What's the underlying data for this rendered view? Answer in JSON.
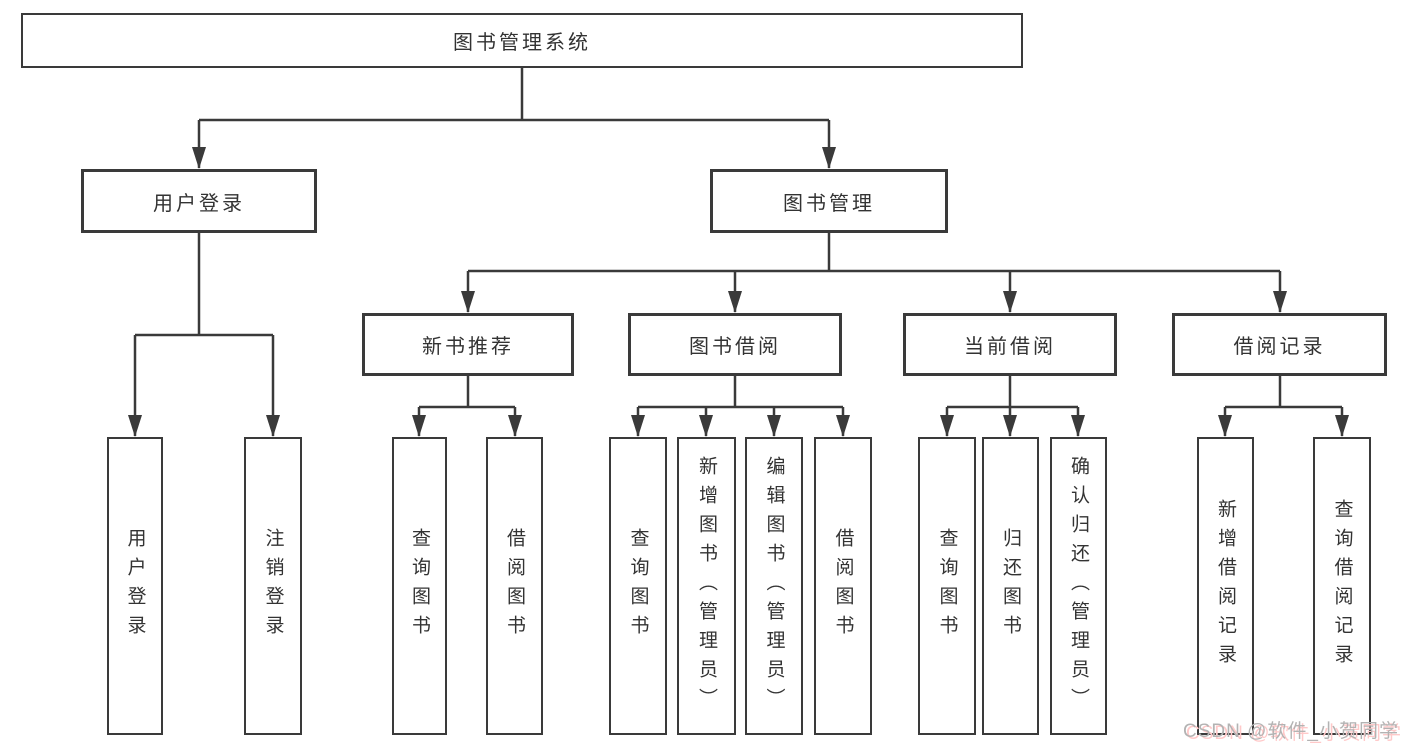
{
  "diagram": {
    "root": {
      "label": "图书管理系统"
    },
    "level2": [
      {
        "label": "用户登录"
      },
      {
        "label": "图书管理"
      }
    ],
    "level3": [
      {
        "label": "新书推荐"
      },
      {
        "label": "图书借阅"
      },
      {
        "label": "当前借阅"
      },
      {
        "label": "借阅记录"
      }
    ],
    "leaves": {
      "user_login": [
        "用户登录",
        "注销登录"
      ],
      "new_book_recommend": [
        "查询图书",
        "借阅图书"
      ],
      "book_borrow": [
        "查询图书",
        "新增图书（管理员）",
        "编辑图书（管理员）",
        "借阅图书"
      ],
      "current_borrow": [
        "查询图书",
        "归还图书",
        "确认归还（管理员）"
      ],
      "borrow_records": [
        "新增借阅记录",
        "查询借阅记录"
      ]
    }
  },
  "watermark": {
    "text": "CSDN @软件_小贺同学"
  },
  "colors": {
    "line": "#3a3a3a",
    "text": "#333333",
    "background": "#ffffff",
    "watermark_gray": "#b3b3b3",
    "watermark_pink": "#ffc9c9"
  }
}
